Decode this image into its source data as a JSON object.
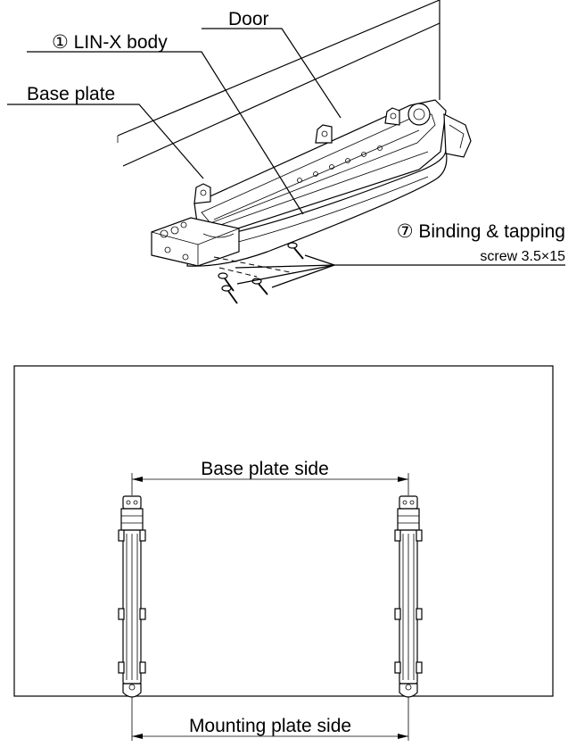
{
  "labels": {
    "door": "Door",
    "body": "① LIN-X body",
    "base_plate": "Base plate",
    "screw_line1": "⑦ Binding & tapping",
    "screw_line2": "screw 3.5×15",
    "base_plate_side": "Base plate side",
    "mounting_plate_side": "Mounting plate side"
  }
}
